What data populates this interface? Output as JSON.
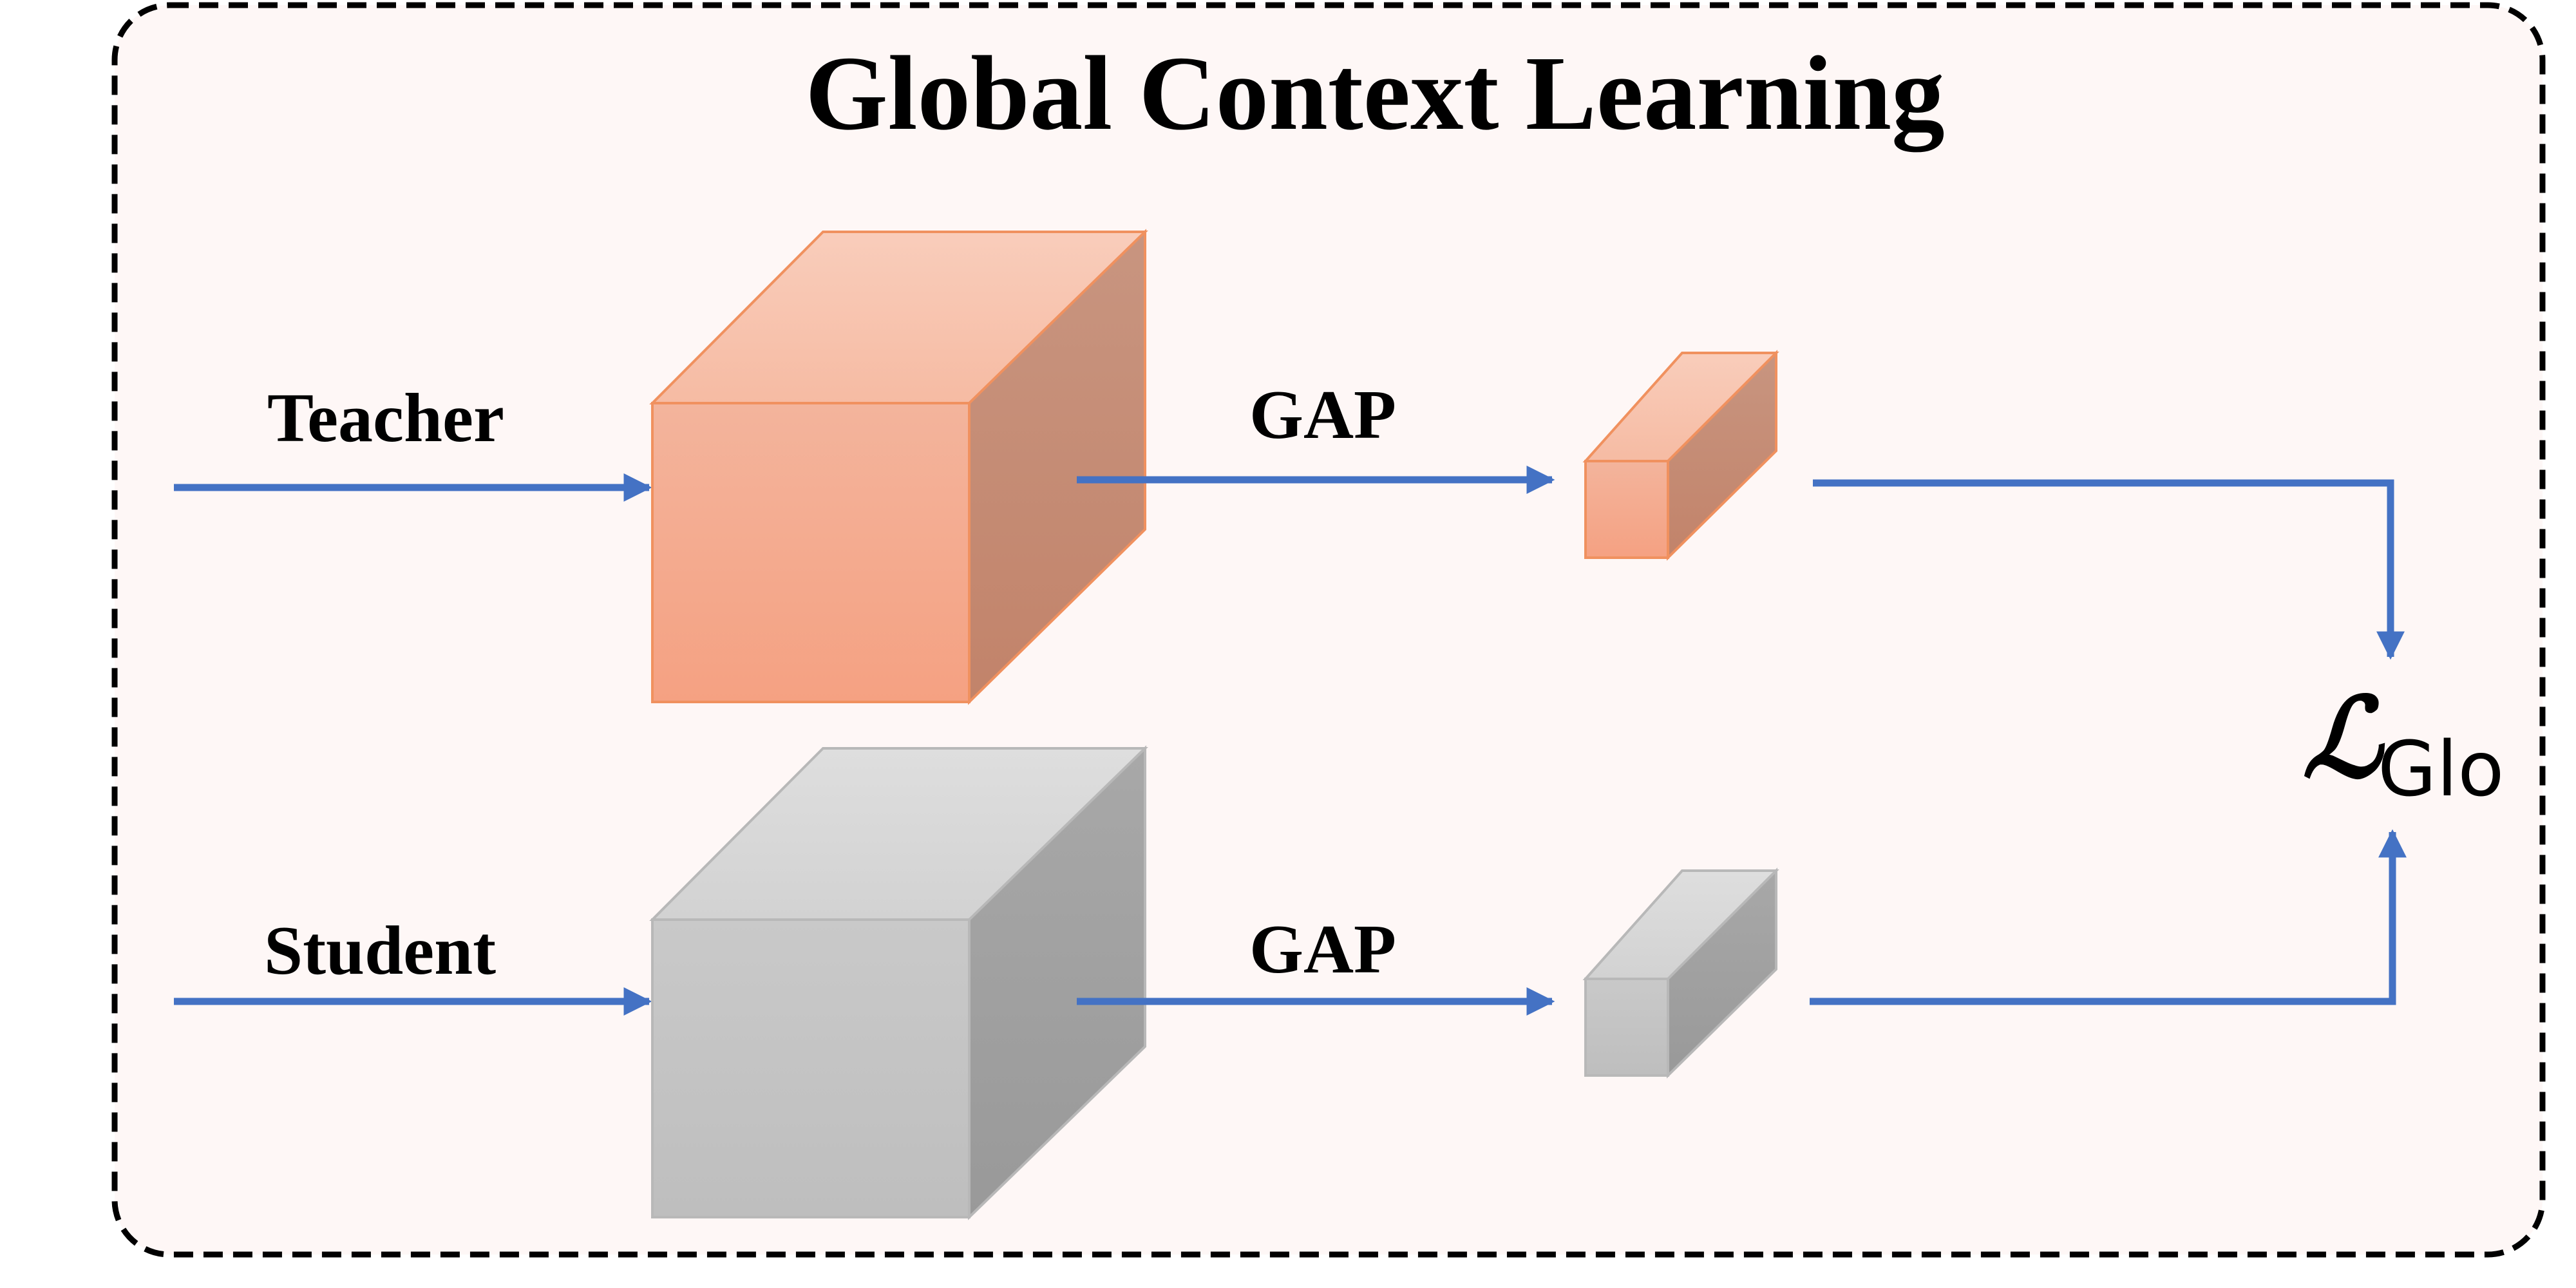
{
  "title": "Global Context Learning",
  "branches": {
    "teacher": {
      "label": "Teacher",
      "op_label": "GAP"
    },
    "student": {
      "label": "Student",
      "op_label": "GAP"
    }
  },
  "loss": {
    "symbol": "ℒ",
    "subscript": "Glo"
  },
  "colors": {
    "panel_bg": "#FEF7F6",
    "border": "#000000",
    "arrow": "#4472C4",
    "teacher_front": "#F5A98A",
    "teacher_top": "#F8C8B5",
    "teacher_side": "#C58A72",
    "teacher_stroke": "#F0915F",
    "student_front": "#C6C6C6",
    "student_top": "#DADADA",
    "student_side": "#A0A0A0",
    "student_stroke": "#B8B8B8"
  }
}
